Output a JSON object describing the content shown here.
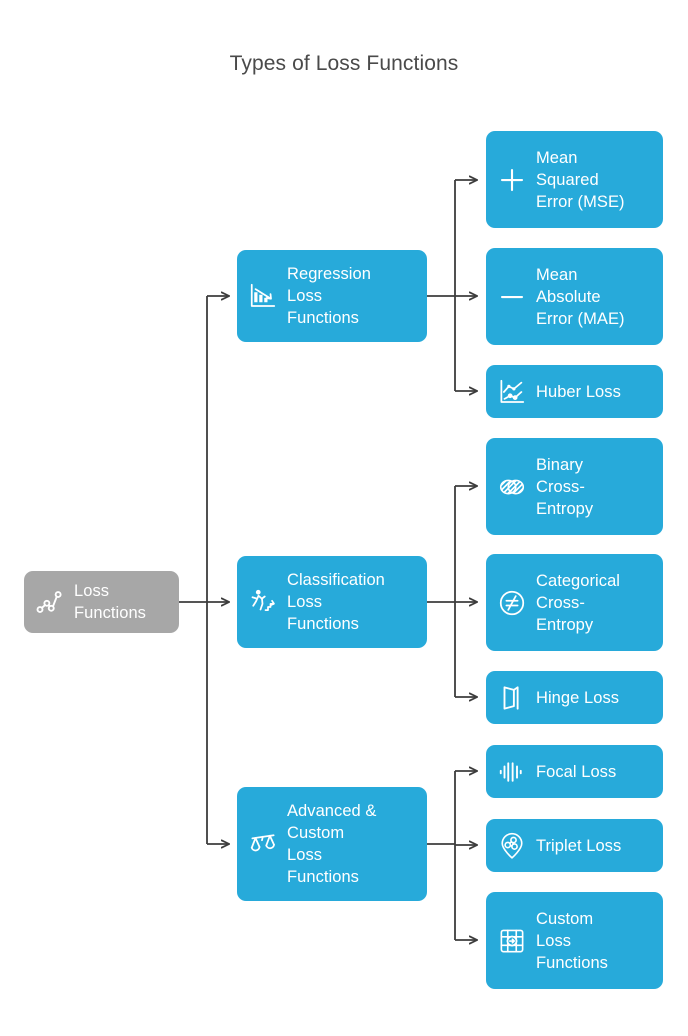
{
  "title": "Types of Loss Functions",
  "colors": {
    "background": "#ffffff",
    "node_blue": "#27aada",
    "node_gray": "#a7a7a7",
    "connector": "#3d3d3d",
    "title_text": "#4a4a4a",
    "node_text": "#ffffff"
  },
  "root": {
    "label": "Loss\nFunctions",
    "icon": "connected-scatter-icon"
  },
  "branches": [
    {
      "label": "Regression\nLoss\nFunctions",
      "icon": "declining-bar-chart-icon",
      "children": [
        {
          "label": "Mean\nSquared\nError (MSE)",
          "icon": "plus-icon"
        },
        {
          "label": "Mean\nAbsolute\nError (MAE)",
          "icon": "minus-icon"
        },
        {
          "label": "Huber Loss",
          "icon": "line-chart-icon"
        }
      ]
    },
    {
      "label": "Classification\nLoss\nFunctions",
      "icon": "running-person-stairs-icon",
      "children": [
        {
          "label": "Binary\nCross-\nEntropy",
          "icon": "hatched-circle-icon"
        },
        {
          "label": "Categorical\nCross-\nEntropy",
          "icon": "not-equal-circle-icon"
        },
        {
          "label": "Hinge Loss",
          "icon": "door-hinge-icon"
        }
      ]
    },
    {
      "label": "Advanced &\nCustom\nLoss\nFunctions",
      "icon": "balance-scale-icon",
      "children": [
        {
          "label": "Focal Loss",
          "icon": "audio-waveform-icon"
        },
        {
          "label": "Triplet Loss",
          "icon": "map-pin-triplet-icon"
        },
        {
          "label": "Custom\nLoss\nFunctions",
          "icon": "settings-target-icon"
        }
      ]
    }
  ]
}
